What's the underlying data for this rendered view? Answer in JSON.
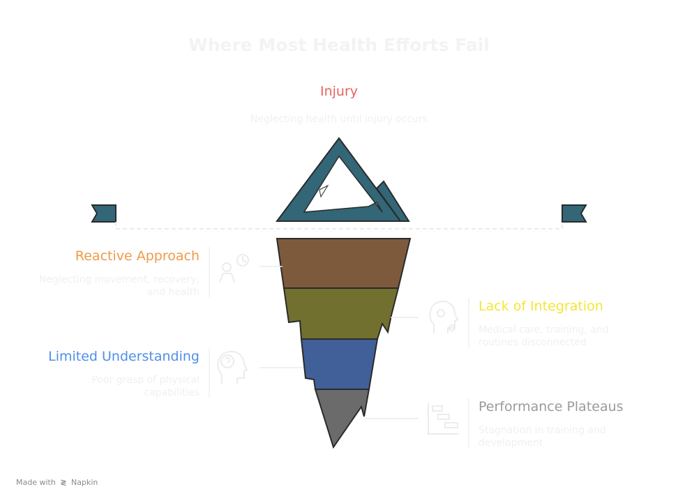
{
  "title": "Where Most Health Efforts Fail",
  "top": {
    "label": "Injury",
    "description": "Neglecting health until injury occurs",
    "color": "#e8625d"
  },
  "layers": [
    {
      "label": "Reactive Approach",
      "desc1": "Neglecting movement, recovery,",
      "desc2": "and health",
      "color": "#ef9a48",
      "fill": "#7e5a3c",
      "icon": "person-clock-icon",
      "side": "left"
    },
    {
      "label": "Lack of Integration",
      "desc1": "Medical care, training, and",
      "desc2": "routines disconnected",
      "color": "#f5e535",
      "fill": "#72702f",
      "icon": "head-gears-icon",
      "side": "right"
    },
    {
      "label": "Limited Understanding",
      "desc1": "Poor grasp of physical",
      "desc2": "capabilities",
      "color": "#4f8ee8",
      "fill": "#41609a",
      "icon": "head-question-icon",
      "side": "left"
    },
    {
      "label": "Performance Plateaus",
      "desc1": "Stagnation in training and",
      "desc2": "development",
      "color": "#9a9a9a",
      "fill": "#6b6b6b",
      "icon": "gantt-chart-icon",
      "side": "right"
    }
  ],
  "colors": {
    "iceberg_top": "#336677",
    "outline": "#2a2a2a"
  },
  "footer": {
    "made_with": "Made with",
    "brand": "Napkin"
  }
}
